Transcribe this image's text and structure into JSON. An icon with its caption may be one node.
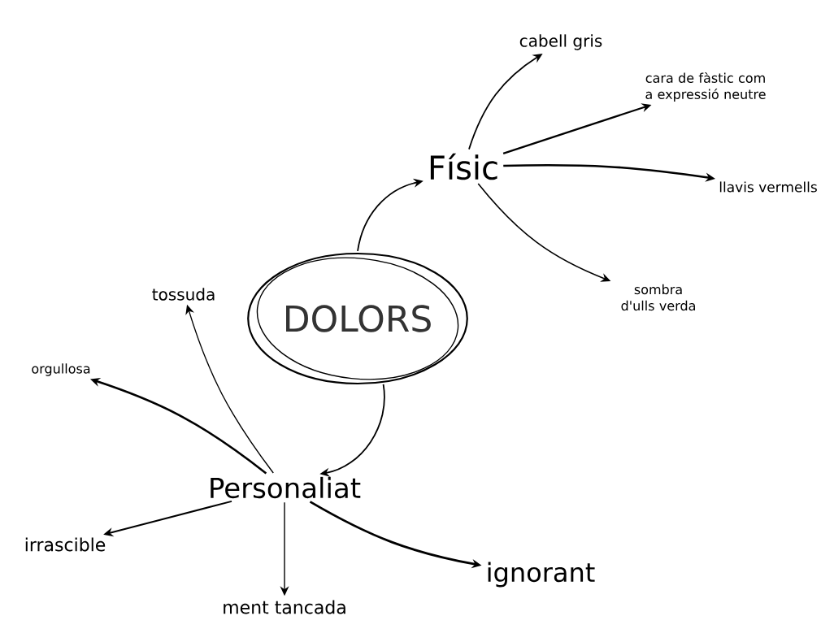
{
  "diagram": {
    "nodes": [
      {
        "text": [
          "DOLORS"
        ]
      },
      {
        "text": [
          "Físic"
        ]
      },
      {
        "text": [
          "cabell gris"
        ]
      },
      {
        "text": [
          "cara de fàstic com a expressió neutre"
        ]
      },
      {
        "text": [
          "llavis vermells"
        ]
      },
      {
        "text": [
          "sombra d'ulls verda"
        ]
      },
      {
        "text": [
          "Personaliat"
        ]
      },
      {
        "text": [
          "tossuda"
        ]
      },
      {
        "text": [
          "orgullosa"
        ]
      },
      {
        "text": [
          "irrascible"
        ]
      },
      {
        "text": [
          "ment tancada"
        ]
      },
      {
        "text": [
          "ignorant"
        ]
      }
    ],
    "edges": [
      {
        "from": 0,
        "to": 1,
        "arrow": "to"
      },
      {
        "from": 1,
        "to": 2,
        "arrow": "to"
      },
      {
        "from": 1,
        "to": 3,
        "arrow": "to"
      },
      {
        "from": 1,
        "to": 4,
        "arrow": "to"
      },
      {
        "from": 1,
        "to": 5,
        "arrow": "to"
      },
      {
        "from": 0,
        "to": 6,
        "arrow": "to"
      },
      {
        "from": 6,
        "to": 7,
        "arrow": "to"
      },
      {
        "from": 6,
        "to": 8,
        "arrow": "to"
      },
      {
        "from": 6,
        "to": 9,
        "arrow": "to"
      },
      {
        "from": 6,
        "to": 10,
        "arrow": "to"
      },
      {
        "from": 6,
        "to": 11,
        "arrow": "to"
      }
    ]
  }
}
